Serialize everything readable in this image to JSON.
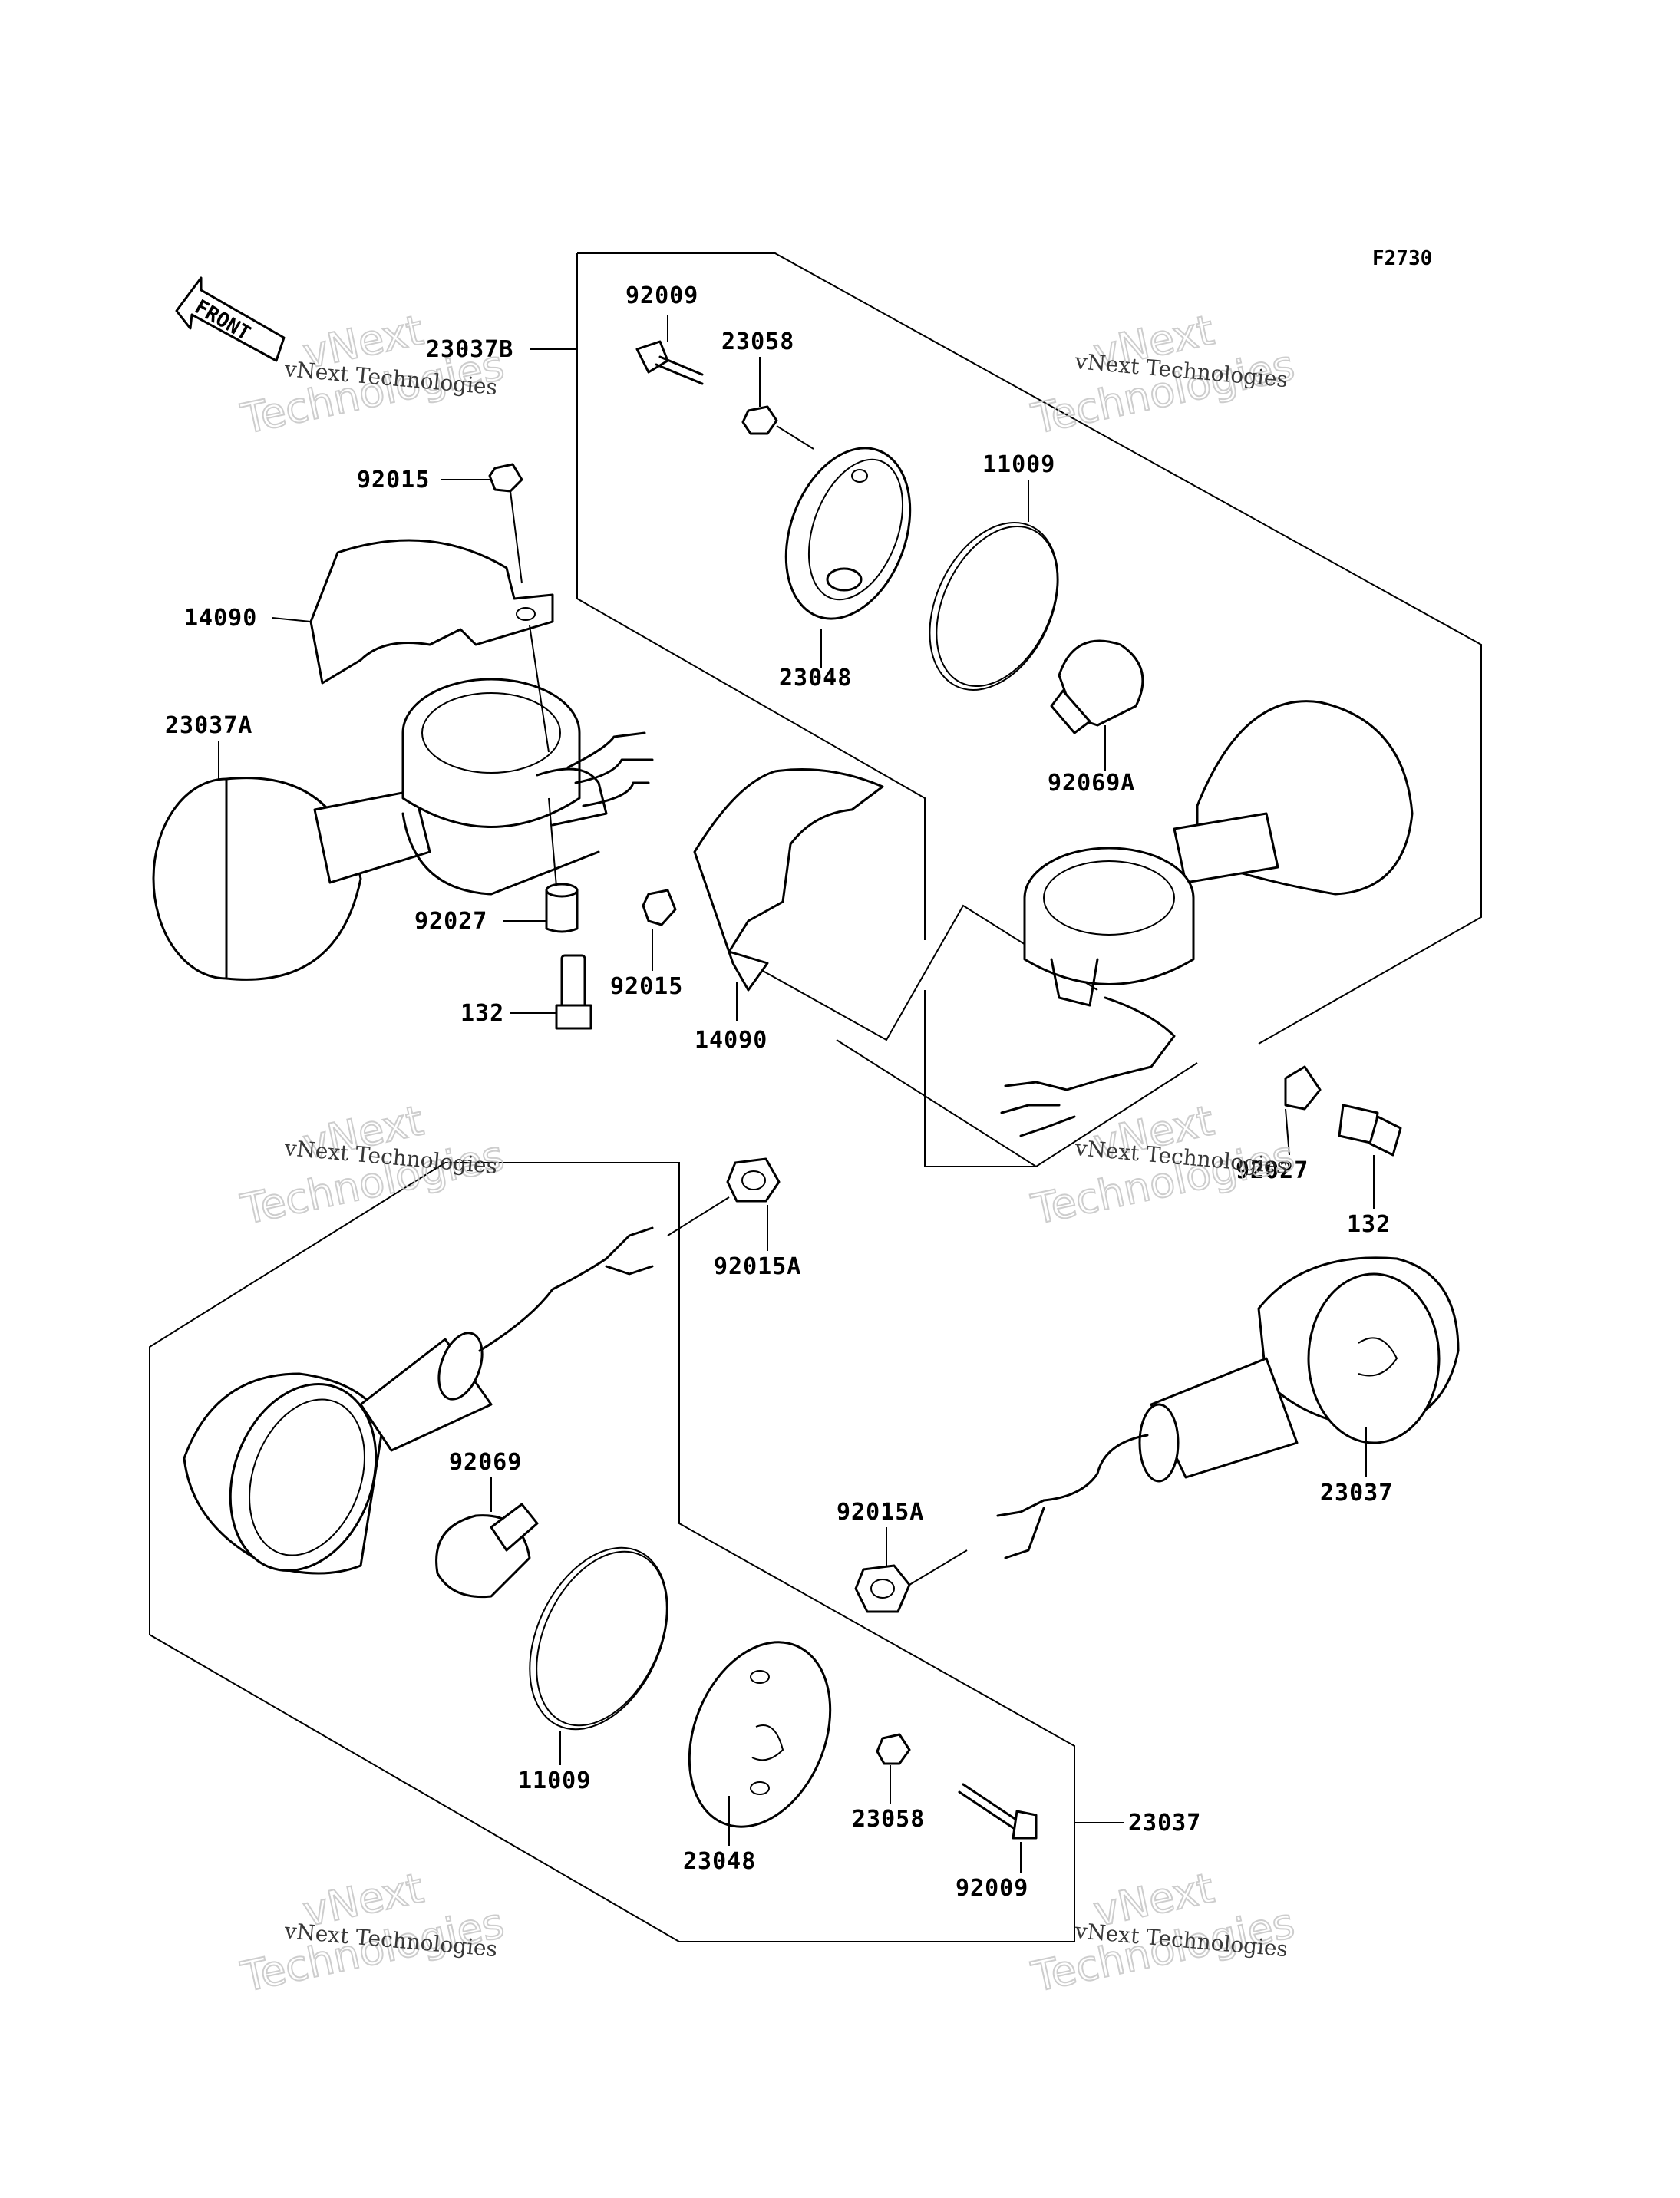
{
  "figure_code": "F2730",
  "front_arrow": {
    "label": "FRONT",
    "icon": "front-direction-arrow-icon"
  },
  "watermark": {
    "company": "vNext Technologies",
    "brand_top": "vNext",
    "brand_bottom": "Technologies"
  },
  "labels": [
    {
      "id": "l1",
      "text": "92009"
    },
    {
      "id": "l2",
      "text": "23058"
    },
    {
      "id": "l3",
      "text": "23037B"
    },
    {
      "id": "l4",
      "text": "11009"
    },
    {
      "id": "l5",
      "text": "92015"
    },
    {
      "id": "l6",
      "text": "14090"
    },
    {
      "id": "l7",
      "text": "23048"
    },
    {
      "id": "l8",
      "text": "23037A"
    },
    {
      "id": "l9",
      "text": "92069A"
    },
    {
      "id": "l10",
      "text": "92027"
    },
    {
      "id": "l11",
      "text": "92015"
    },
    {
      "id": "l12",
      "text": "132"
    },
    {
      "id": "l13",
      "text": "14090"
    },
    {
      "id": "l14",
      "text": "92027"
    },
    {
      "id": "l15",
      "text": "132"
    },
    {
      "id": "l16",
      "text": "92015A"
    },
    {
      "id": "l17",
      "text": "92069"
    },
    {
      "id": "l18",
      "text": "92015A"
    },
    {
      "id": "l19",
      "text": "23037"
    },
    {
      "id": "l20",
      "text": "11009"
    },
    {
      "id": "l21",
      "text": "23037"
    },
    {
      "id": "l22",
      "text": "23058"
    },
    {
      "id": "l23",
      "text": "23048"
    },
    {
      "id": "l24",
      "text": "92009"
    }
  ]
}
